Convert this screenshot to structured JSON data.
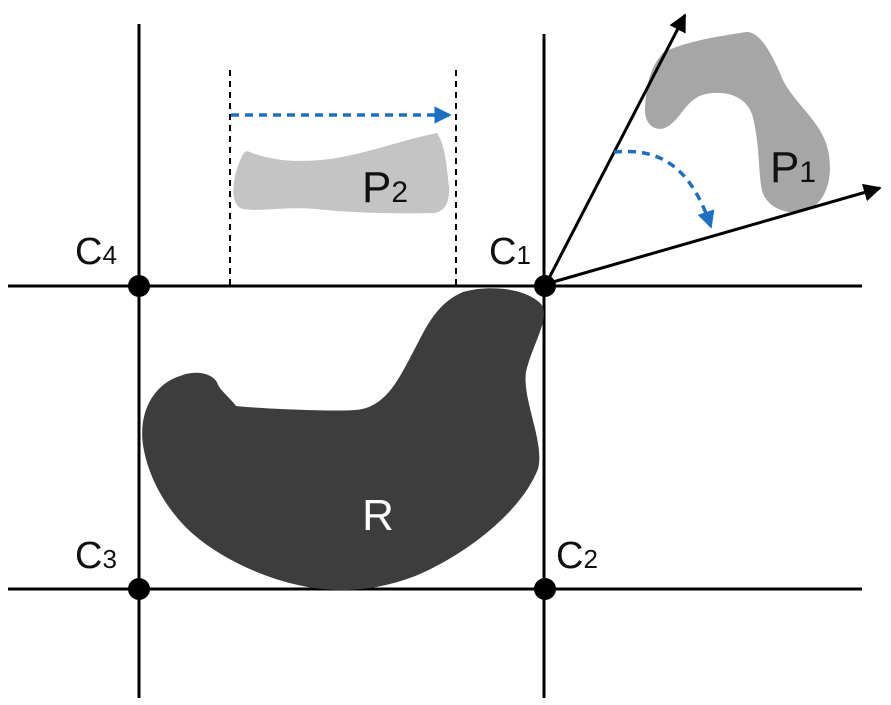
{
  "colors": {
    "background": "#ffffff",
    "grid": "#000000",
    "region_r": "#3d3d3d",
    "piece_p1": "#a6a6a6",
    "piece_p2": "#c4c4c4",
    "motion_arrow": "#1b6fc4",
    "label_text": "#111111",
    "r_label_text": "#ffffff"
  },
  "corners": [
    {
      "id": "c1",
      "main": "C",
      "sub": "1"
    },
    {
      "id": "c2",
      "main": "C",
      "sub": "2"
    },
    {
      "id": "c3",
      "main": "C",
      "sub": "3"
    },
    {
      "id": "c4",
      "main": "C",
      "sub": "4"
    }
  ],
  "region": {
    "label": "R"
  },
  "pieces": {
    "p1": {
      "main": "P",
      "sub": "1",
      "motion": "rotation"
    },
    "p2": {
      "main": "P",
      "sub": "2",
      "motion": "translation"
    }
  }
}
